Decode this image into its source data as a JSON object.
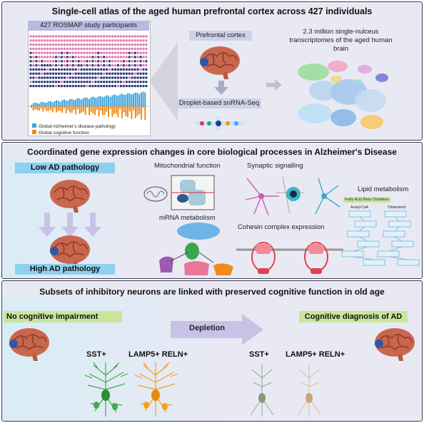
{
  "panel1": {
    "title": "Single-cell atlas of the aged human prefrontal cortex across 427 individuals",
    "participants_label": "427 ROSMAP study participants",
    "legend": [
      {
        "label": "Global Alzheimer's disease pathology",
        "color": "#3aa4d8"
      },
      {
        "label": "Global cognitive function",
        "color": "#f08a1c"
      }
    ],
    "pfc_label": "Prefrontal cortex",
    "seq_label": "Droplet-based snRNA-Seq",
    "atlas_label": "2.3 million single-nulceus transcriptomes of the aged human brain"
  },
  "panel2": {
    "title": "Coordinated gene expression changes in core biological processes in Alzheimer's Disease",
    "low_label": "Low AD pathology",
    "high_label": "High AD pathology",
    "mito_label": "Mitochondrial function",
    "synaptic_label": "Synaptic signalling",
    "mrna_label": "mRNA metabolism",
    "cohesin_label": "Cohesin complex expression",
    "lipid_label": "Lipid metabolism",
    "lipid_sub1": "Fatty Acid Beta Oxidation",
    "lipid_sub2": "Acetyl-CoA",
    "lipid_sub3": "Cholesterol"
  },
  "panel3": {
    "title": "Subsets of inhibitory neurons are linked with preserved cognitive function in old age",
    "left_badge": "No cognitive impairment",
    "right_badge": "Cognitive diagnosis of AD",
    "arrow_label": "Depletion",
    "sst_left": "SST+",
    "lamp_left": "LAMP5+ RELN+",
    "sst_right": "SST+",
    "lamp_right": "LAMP5+ RELN+"
  },
  "colors": {
    "brain": "#c8674d",
    "badge_green": "#c8e69a",
    "low_high_blue": "#8fd0ee",
    "box_lavender": "#cfd0ea"
  }
}
